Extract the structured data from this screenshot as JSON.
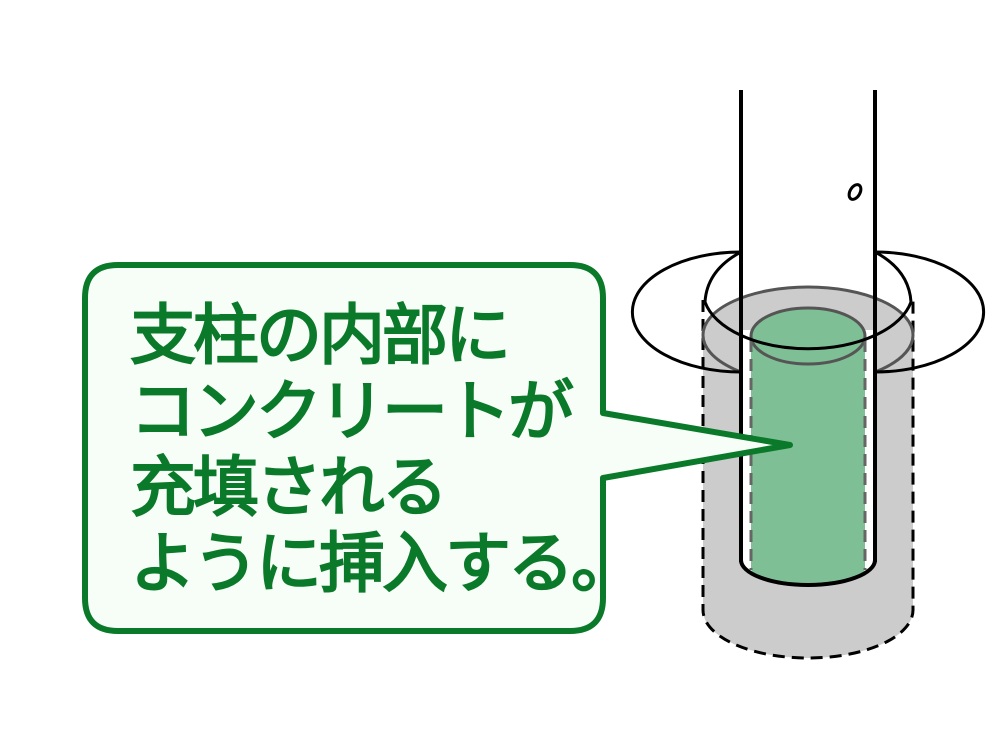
{
  "callout": {
    "lines": [
      "支柱の内部に",
      "コンクリートが",
      "充填される",
      "ように挿入する。"
    ],
    "border_color": "#0a7a2a",
    "fill_color": "#f7fdf7",
    "text_color": "#0a7a2a"
  },
  "figure": {
    "pole_label": "0",
    "colors": {
      "concrete_fill": "#7fbf96",
      "foundation_fill": "#cccccc",
      "outline": "#000000",
      "hidden_line": "#666666"
    }
  }
}
